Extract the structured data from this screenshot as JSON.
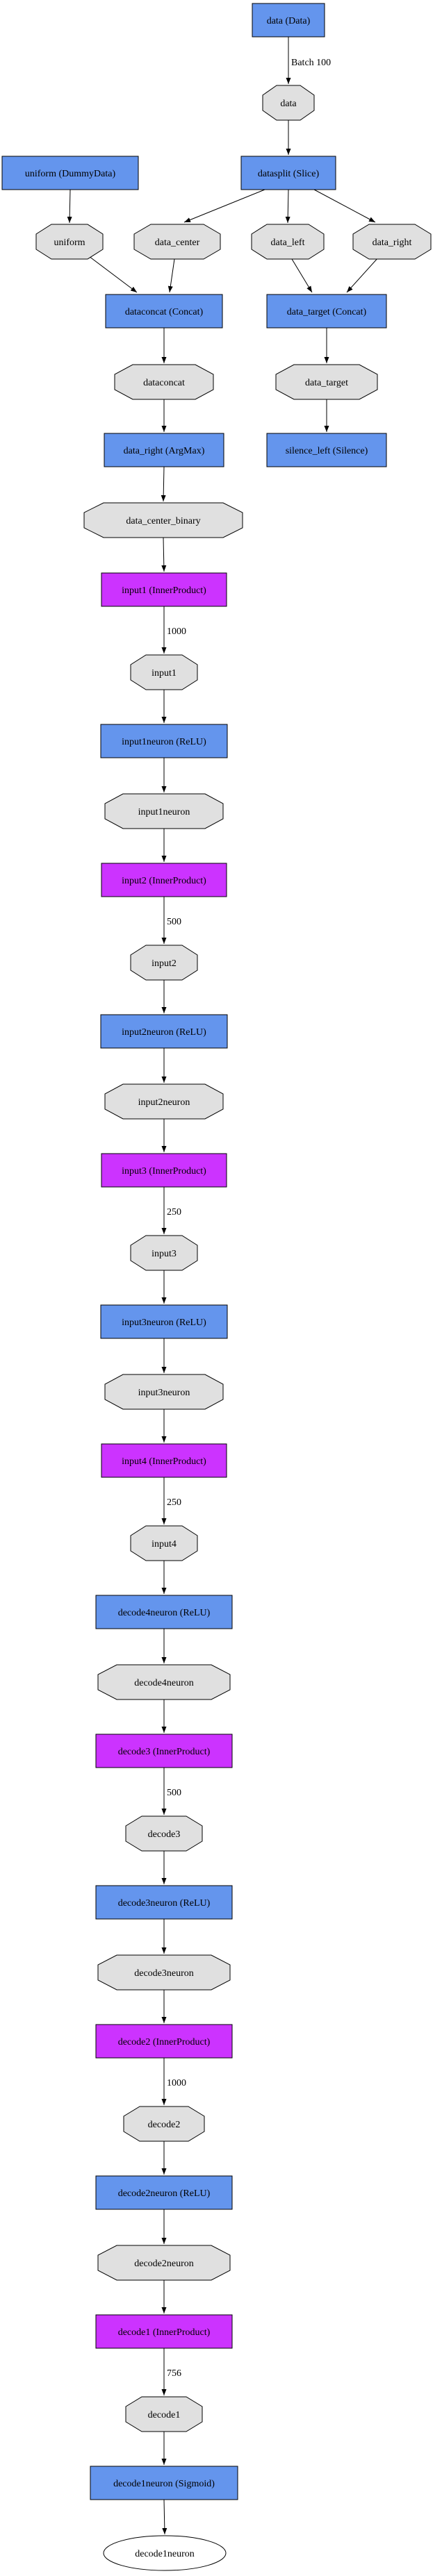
{
  "graph": {
    "colors": {
      "layer_default_fill": "#6495ED",
      "inner_product_fill": "#CC33FF",
      "blob_fill": "#E0E0E0",
      "output_blob_fill": "#FFFFFF",
      "border": "#000000",
      "background": "#FFFFFF"
    },
    "nodes": [
      {
        "id": "data-layer",
        "label": "data (Data)"
      },
      {
        "id": "data-blob",
        "label": "data"
      },
      {
        "id": "uniform-layer",
        "label": "uniform (DummyData)"
      },
      {
        "id": "datasplit-layer",
        "label": "datasplit (Slice)"
      },
      {
        "id": "uniform-blob",
        "label": "uniform"
      },
      {
        "id": "data-center-blob",
        "label": "data_center"
      },
      {
        "id": "data-left-blob",
        "label": "data_left"
      },
      {
        "id": "data-right-blob",
        "label": "data_right"
      },
      {
        "id": "dataconcat-layer",
        "label": "dataconcat (Concat)"
      },
      {
        "id": "data-target-layer",
        "label": "data_target (Concat)"
      },
      {
        "id": "dataconcat-blob",
        "label": "dataconcat"
      },
      {
        "id": "data-target-blob",
        "label": "data_target"
      },
      {
        "id": "data-right-argmax-layer",
        "label": "data_right (ArgMax)"
      },
      {
        "id": "silence-left-layer",
        "label": "silence_left (Silence)"
      },
      {
        "id": "data-center-binary-blob",
        "label": "data_center_binary"
      },
      {
        "id": "input1-layer",
        "label": "input1 (InnerProduct)"
      },
      {
        "id": "input1-blob",
        "label": "input1"
      },
      {
        "id": "input1neuron-layer",
        "label": "input1neuron (ReLU)"
      },
      {
        "id": "input1neuron-blob",
        "label": "input1neuron"
      },
      {
        "id": "input2-layer",
        "label": "input2 (InnerProduct)"
      },
      {
        "id": "input2-blob",
        "label": "input2"
      },
      {
        "id": "input2neuron-layer",
        "label": "input2neuron (ReLU)"
      },
      {
        "id": "input2neuron-blob",
        "label": "input2neuron"
      },
      {
        "id": "input3-layer",
        "label": "input3 (InnerProduct)"
      },
      {
        "id": "input3-blob",
        "label": "input3"
      },
      {
        "id": "input3neuron-layer",
        "label": "input3neuron (ReLU)"
      },
      {
        "id": "input3neuron-blob",
        "label": "input3neuron"
      },
      {
        "id": "input4-layer",
        "label": "input4 (InnerProduct)"
      },
      {
        "id": "input4-blob",
        "label": "input4"
      },
      {
        "id": "decode4neuron-layer",
        "label": "decode4neuron (ReLU)"
      },
      {
        "id": "decode4neuron-blob",
        "label": "decode4neuron"
      },
      {
        "id": "decode3-layer",
        "label": "decode3 (InnerProduct)"
      },
      {
        "id": "decode3-blob",
        "label": "decode3"
      },
      {
        "id": "decode3neuron-layer",
        "label": "decode3neuron (ReLU)"
      },
      {
        "id": "decode3neuron-blob",
        "label": "decode3neuron"
      },
      {
        "id": "decode2-layer",
        "label": "decode2 (InnerProduct)"
      },
      {
        "id": "decode2-blob",
        "label": "decode2"
      },
      {
        "id": "decode2neuron-layer",
        "label": "decode2neuron (ReLU)"
      },
      {
        "id": "decode2neuron-blob",
        "label": "decode2neuron"
      },
      {
        "id": "decode1-layer",
        "label": "decode1 (InnerProduct)"
      },
      {
        "id": "decode1-blob",
        "label": "decode1"
      },
      {
        "id": "decode1neuron-layer",
        "label": "decode1neuron (Sigmoid)"
      },
      {
        "id": "decode1neuron-blob",
        "label": "decode1neuron"
      }
    ],
    "edge_labels": [
      {
        "text": "Batch 100"
      },
      {
        "text": "1000"
      },
      {
        "text": "500"
      },
      {
        "text": "250"
      },
      {
        "text": "250"
      },
      {
        "text": "500"
      },
      {
        "text": "1000"
      },
      {
        "text": "756"
      }
    ]
  }
}
